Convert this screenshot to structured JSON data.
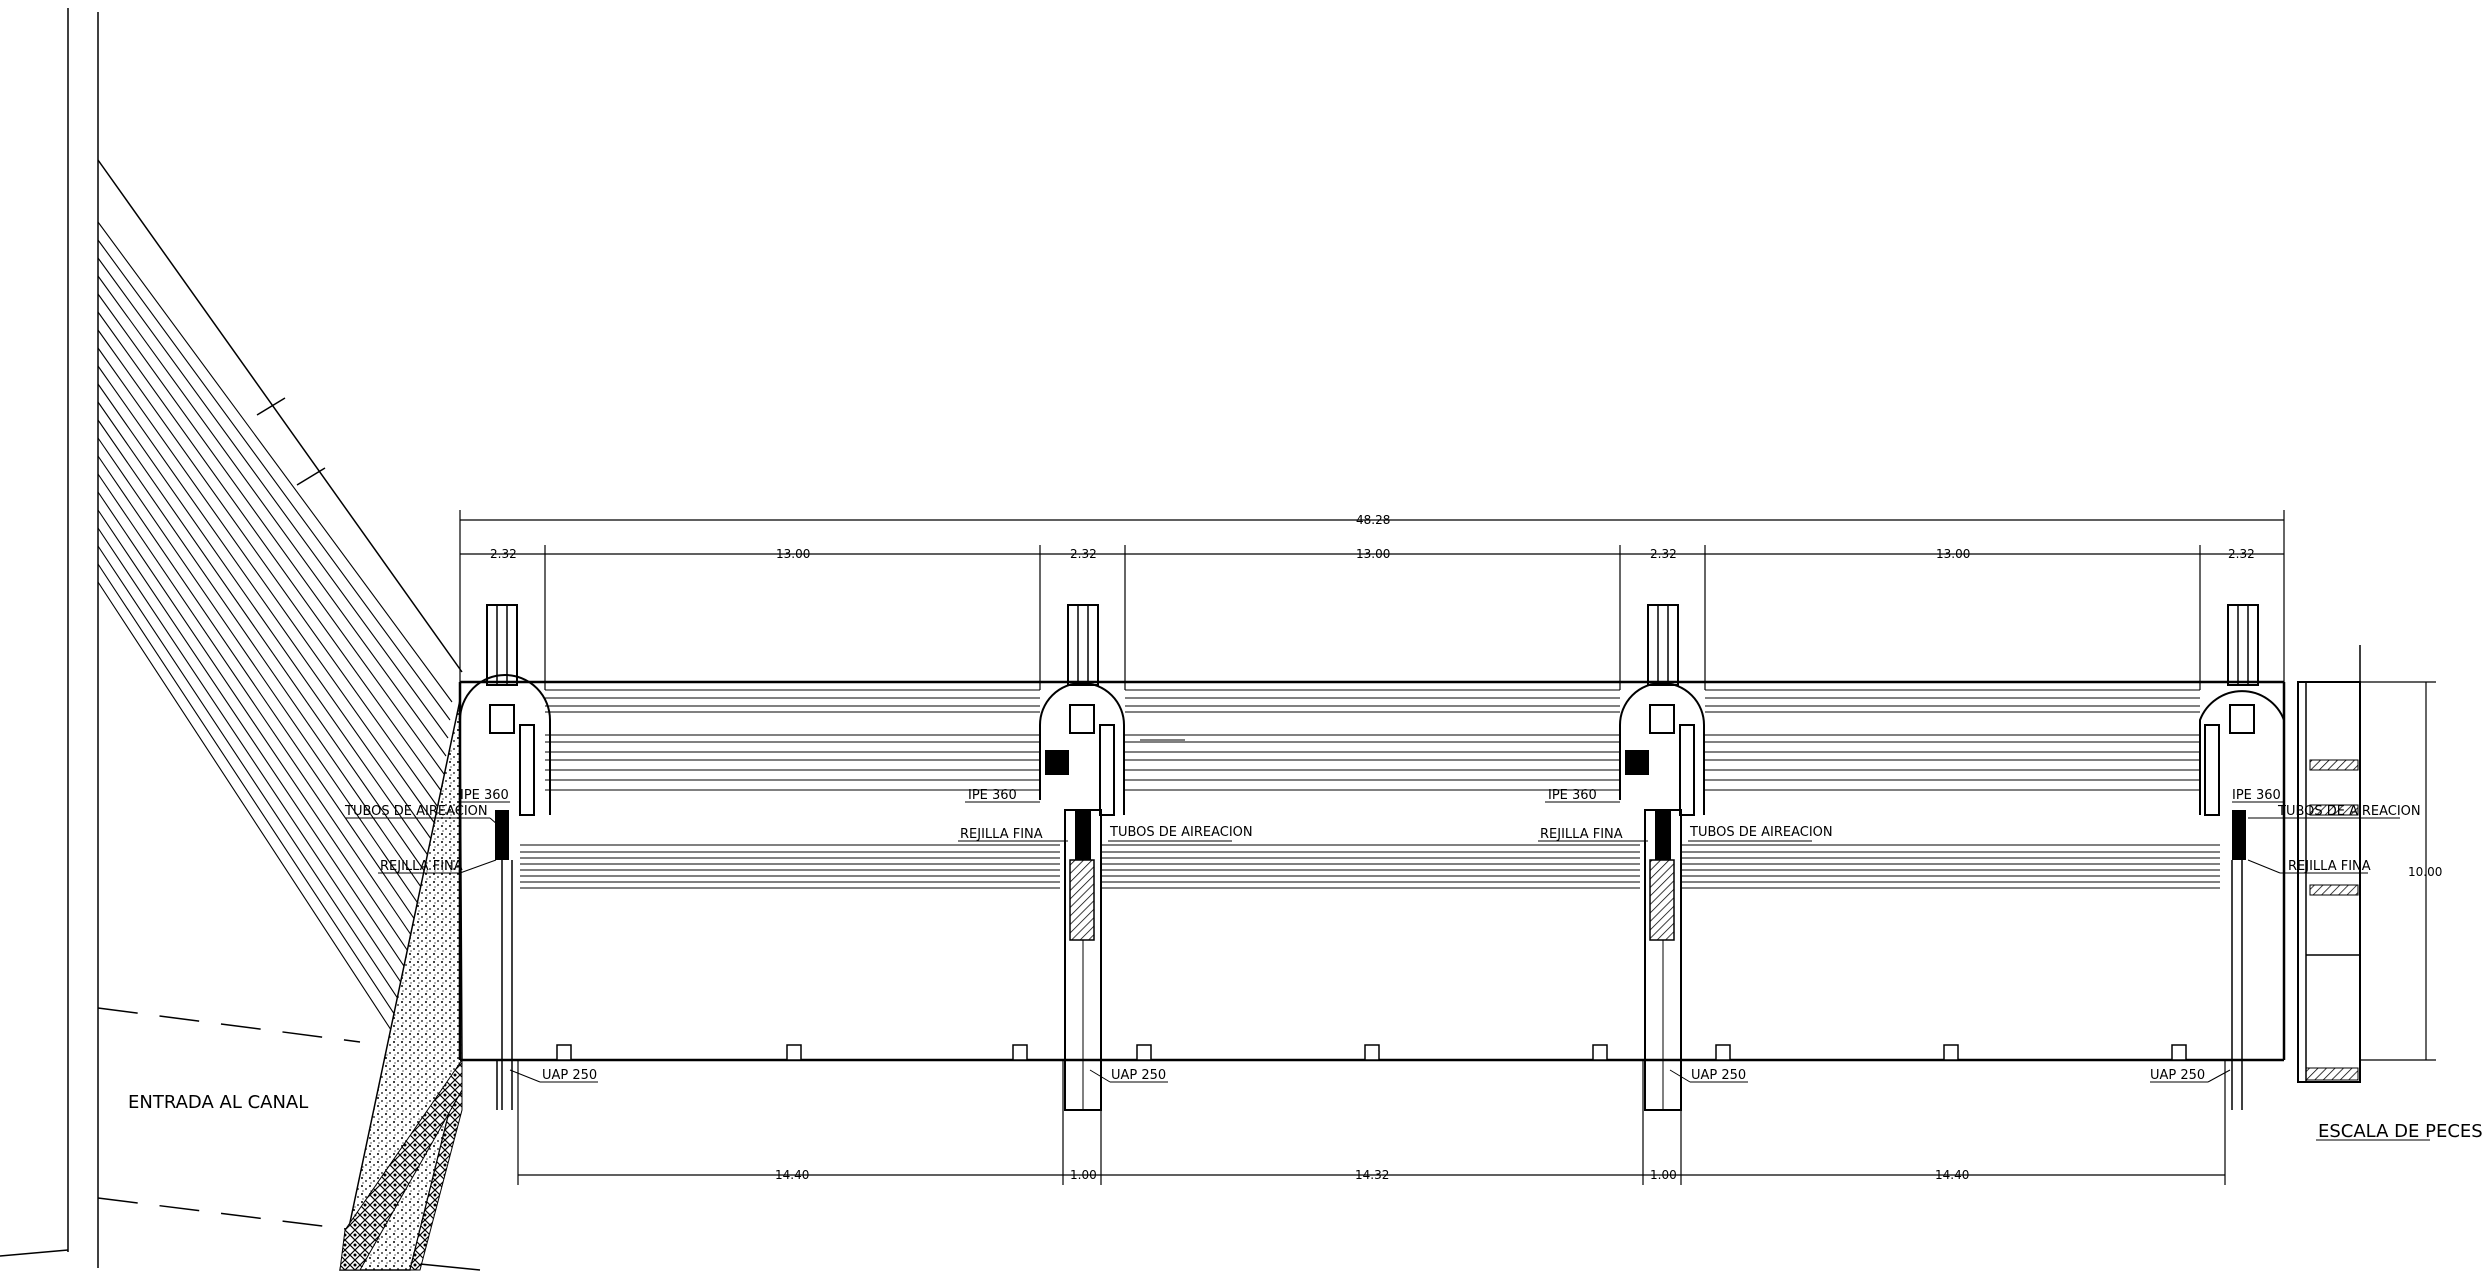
{
  "labels": {
    "entrance": "ENTRADA AL CANAL",
    "fish_ladder": "ESCALA DE PECES",
    "ipe": "IPE 360",
    "aeration_tubes": "TUBOS DE AIREACION",
    "fine_grid": "REJILLA FINA",
    "uap": "UAP 250"
  },
  "dimensions": {
    "total_width": "48.28",
    "pier_width": "2.32",
    "bay_width": "13.00",
    "height": "10.00",
    "bottom_bay_outer": "14.40",
    "bottom_bay_inner": "14.32",
    "bottom_pier": "1.00"
  }
}
